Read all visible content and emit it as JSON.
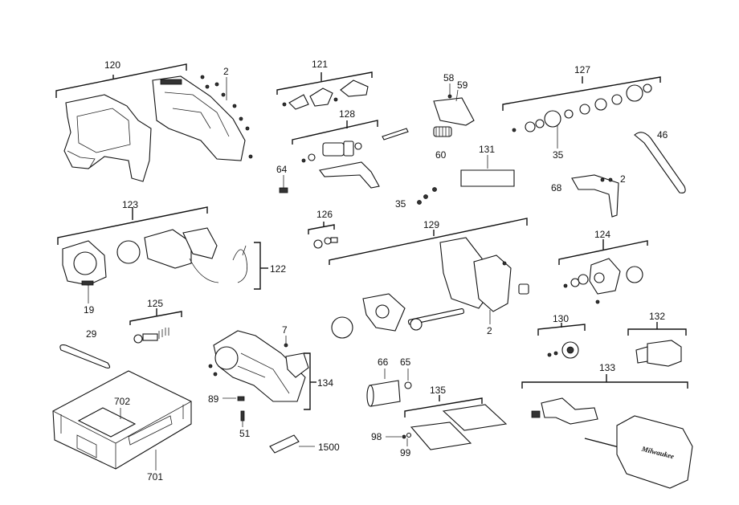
{
  "labels": {
    "l120": "120",
    "l2a": "2",
    "l121": "121",
    "l58": "58",
    "l59": "59",
    "l127": "127",
    "l128": "128",
    "l60": "60",
    "l131": "131",
    "l46": "46",
    "l35a": "35",
    "l64": "64",
    "l2b": "2",
    "l68": "68",
    "l35b": "35",
    "l123": "123",
    "l126": "126",
    "l129": "129",
    "l124": "124",
    "l122": "122",
    "l19": "19",
    "l125": "125",
    "l2c": "2",
    "l130": "130",
    "l132": "132",
    "l29": "29",
    "l7": "7",
    "l134": "134",
    "l66": "66",
    "l65": "65",
    "l133": "133",
    "l89": "89",
    "l702": "702",
    "l135": "135",
    "l51": "51",
    "l98": "98",
    "l1500": "1500",
    "l99": "99",
    "l701": "701"
  },
  "brand_text": "Milwaukee"
}
